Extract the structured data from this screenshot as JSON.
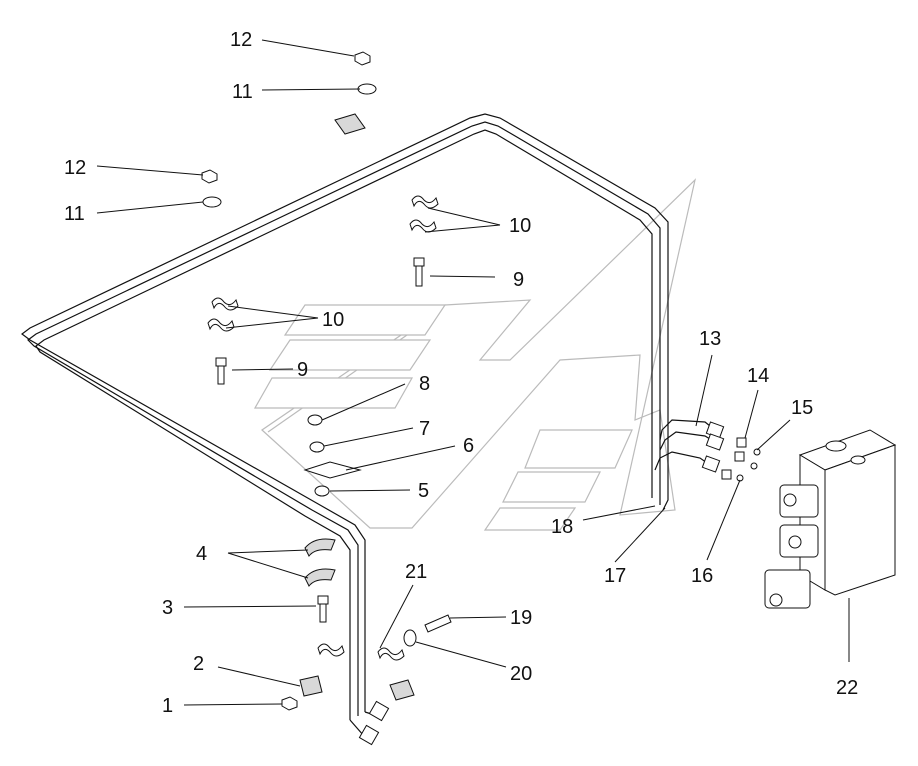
{
  "diagram": {
    "callouts": [
      {
        "id": "c1",
        "text": "1"
      },
      {
        "id": "c2",
        "text": "2"
      },
      {
        "id": "c3",
        "text": "3"
      },
      {
        "id": "c4",
        "text": "4"
      },
      {
        "id": "c5",
        "text": "5"
      },
      {
        "id": "c6",
        "text": "6"
      },
      {
        "id": "c7",
        "text": "7"
      },
      {
        "id": "c8",
        "text": "8"
      },
      {
        "id": "c9a",
        "text": "9"
      },
      {
        "id": "c9b",
        "text": "9"
      },
      {
        "id": "c10a",
        "text": "10"
      },
      {
        "id": "c10b",
        "text": "10"
      },
      {
        "id": "c11a",
        "text": "11"
      },
      {
        "id": "c11b",
        "text": "11"
      },
      {
        "id": "c12a",
        "text": "12"
      },
      {
        "id": "c12b",
        "text": "12"
      },
      {
        "id": "c13",
        "text": "13"
      },
      {
        "id": "c14",
        "text": "14"
      },
      {
        "id": "c15",
        "text": "15"
      },
      {
        "id": "c16",
        "text": "16"
      },
      {
        "id": "c17",
        "text": "17"
      },
      {
        "id": "c18",
        "text": "18"
      },
      {
        "id": "c19",
        "text": "19"
      },
      {
        "id": "c20",
        "text": "20"
      },
      {
        "id": "c21",
        "text": "21"
      },
      {
        "id": "c22",
        "text": "22"
      }
    ]
  }
}
